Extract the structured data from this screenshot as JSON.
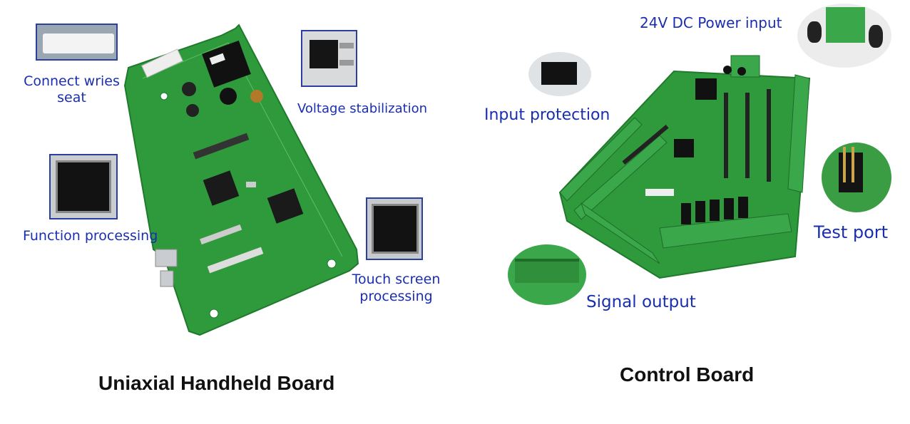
{
  "left": {
    "labels": {
      "connect_wires_seat_line1": "Connect wries",
      "connect_wires_seat_line2": "seat",
      "voltage_stabilization": "Voltage stabilization",
      "function_processing": "Function processing",
      "touch_screen_line1": "Touch screen",
      "touch_screen_line2": "processing"
    },
    "caption": "Uniaxial Handheld Board"
  },
  "right": {
    "labels": {
      "power_input": "24V DC Power input",
      "input_protection": "Input protection",
      "test_port": "Test port",
      "signal_output": "Signal output"
    },
    "caption": "Control Board"
  },
  "colors": {
    "label_blue": "#1a2fb0",
    "pcb_green": "#2f9a3c",
    "terminal_green": "#3aa84a"
  }
}
